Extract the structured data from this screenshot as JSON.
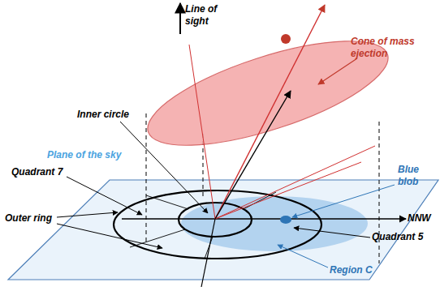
{
  "diagram": {
    "labels": [
      "Line of sight",
      "Cone of mass ejection",
      "Inner circle",
      "Blue blob",
      "Plane of the sky",
      "Quadrant 7",
      "Outer ring",
      "NNW",
      "Quadrant 5",
      "Region C"
    ]
  }
}
